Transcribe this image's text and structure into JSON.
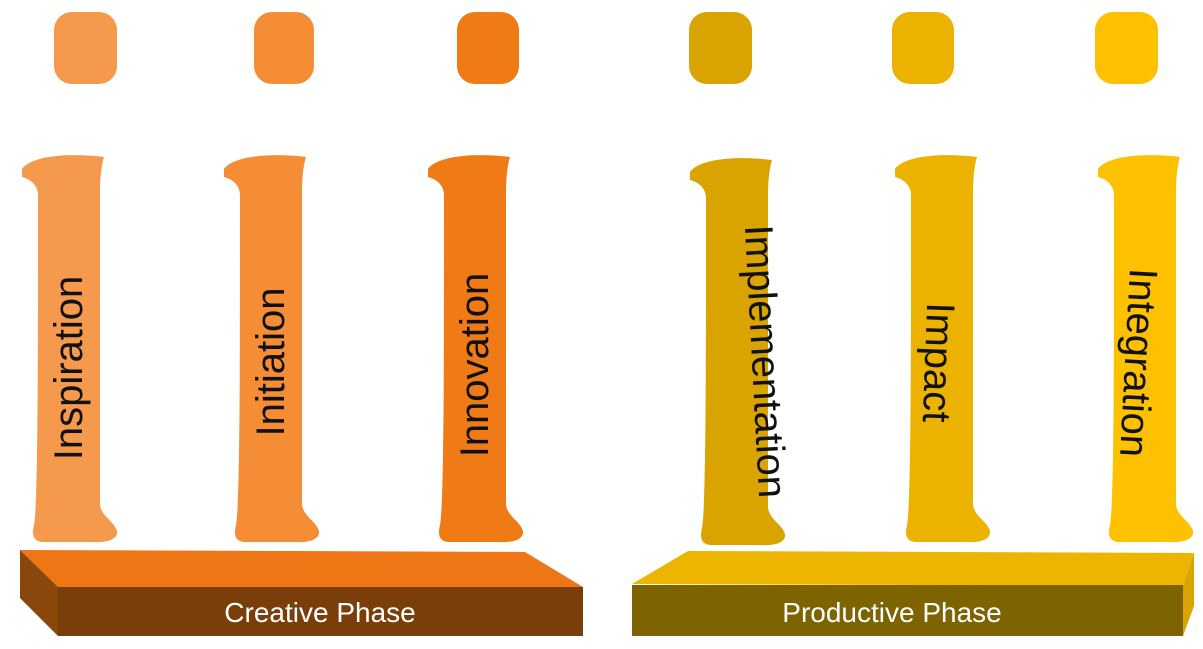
{
  "pillars": [
    {
      "label": "Inspiration",
      "color": "#F5994D"
    },
    {
      "label": "Initiation",
      "color": "#F58C36"
    },
    {
      "label": "Innovation",
      "color": "#F07A15"
    },
    {
      "label": "Implementation",
      "color": "#D9A300"
    },
    {
      "label": "Impact",
      "color": "#EBB300"
    },
    {
      "label": "Integration",
      "color": "#FDC100"
    }
  ],
  "bases": [
    {
      "label": "Creative Phase",
      "top_color": "#EE7615",
      "front_color": "#7A3E0A"
    },
    {
      "label": "Productive Phase",
      "top_color": "#EDB500",
      "front_color": "#7D6400"
    }
  ]
}
